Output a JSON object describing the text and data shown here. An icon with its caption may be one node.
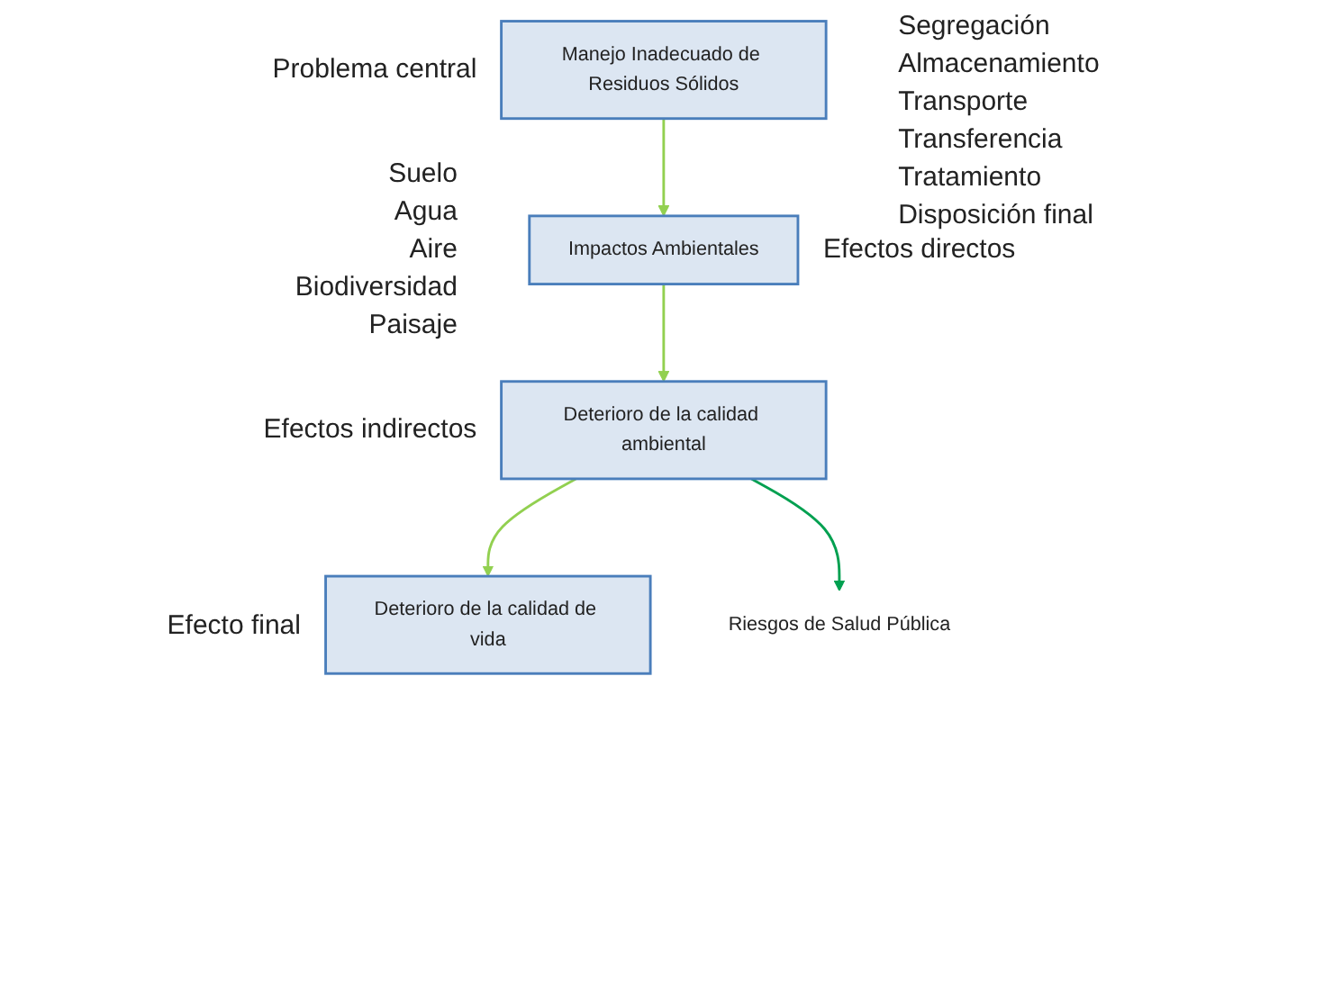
{
  "diagram": {
    "nodes": [
      {
        "text": [
          "Manejo Inadecuado de Residuos Sólidos"
        ],
        "beside": [
          "Problema central"
        ]
      },
      {
        "text": [
          "Impactos Ambientales"
        ],
        "beside": [
          "Efectos directos"
        ]
      },
      {
        "text": [
          "Deterioro de la calidad ambiental"
        ],
        "beside": [
          "Efectos indirectos"
        ]
      },
      {
        "text": [
          "Deterioro de la calidad de vida"
        ],
        "beside": [
          "Efecto final"
        ]
      },
      {
        "text": [
          "Riesgos de Salud Pública"
        ]
      }
    ],
    "edges": [
      {
        "from": 0,
        "to": 1,
        "arrow": "to",
        "color": "#92d050"
      },
      {
        "from": 1,
        "to": 2,
        "arrow": "to",
        "color": "#92d050"
      },
      {
        "from": 2,
        "to": 3,
        "arrow": "to",
        "color": "#92d050"
      },
      {
        "from": 2,
        "to": 4,
        "arrow": "to",
        "color": "#00a050"
      }
    ],
    "labels": [
      "Segregación",
      "Almacenamiento",
      "Transporte",
      "Transferencia",
      "Tratamiento",
      "Disposición final",
      "Suelo",
      "Agua",
      "Aire",
      "Biodiversidad",
      "Paisaje"
    ]
  }
}
